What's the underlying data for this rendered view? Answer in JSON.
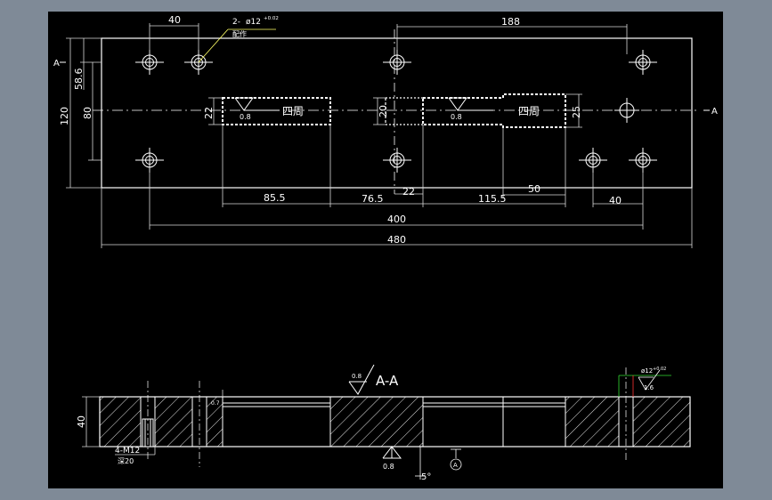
{
  "colors": {
    "window_bg": "#7f8a97",
    "canvas_bg": "#000000",
    "line": "#ffffff",
    "dim": "#d8d8d8",
    "leader": "#ffff66",
    "green": "#33dd33",
    "red": "#ff3333"
  },
  "top_view": {
    "dims": {
      "d40_top": "40",
      "d188": "188",
      "d58_6": "58.6",
      "d120": "120",
      "d80": "80",
      "d22": "22",
      "d20": "20",
      "d25": "25",
      "d85_5": "85.5",
      "d76_5": "76.5",
      "d22_mid": "22",
      "d115_5": "115.5",
      "d50": "50",
      "d40_bottom": "40",
      "d400": "400",
      "d480": "480"
    },
    "hole_note": {
      "qty": "2-",
      "dia": "ø12",
      "tol": "+0.02",
      "note": "配作"
    },
    "section_left": "A",
    "section_right": "A",
    "pocket_label": "四周",
    "roughness": "0.8"
  },
  "section_view": {
    "title": "A-A",
    "roughness_title": "0.8",
    "roughness_bottom": "0.8",
    "roughness_right": "1.6",
    "right_hole": {
      "dia": "ø12",
      "tol": "+0.02"
    },
    "dim_40": "40",
    "dim_small": "0.7",
    "thread_note": {
      "spec": "4-M12",
      "depth": "深20"
    },
    "angle": "5°",
    "circle_a": "A"
  }
}
